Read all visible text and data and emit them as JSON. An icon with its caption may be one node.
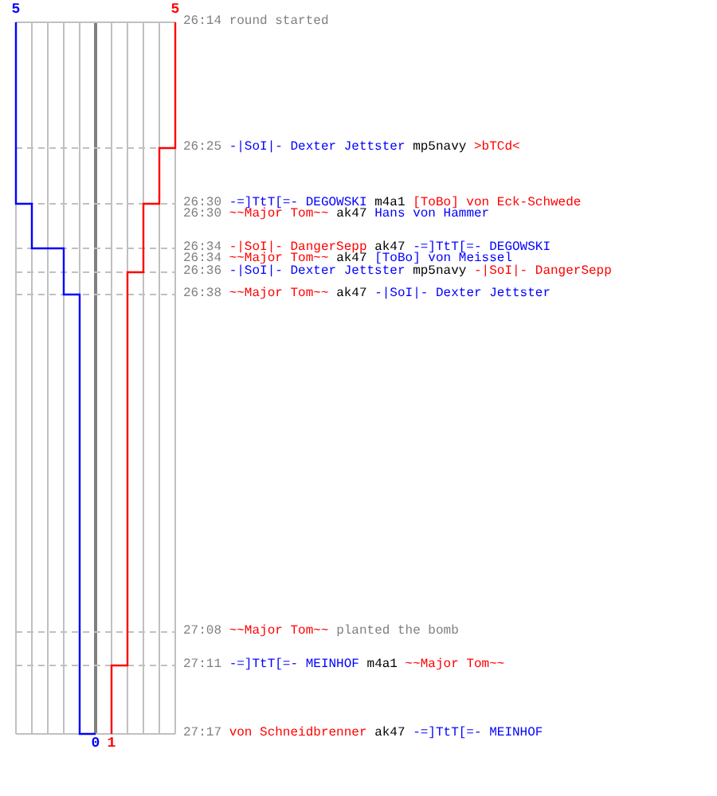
{
  "diagram": {
    "labels": [
      "5",
      "5",
      "26:14 round started",
      "26:25 -|SoI|- Dexter Jettster mp5navy >bTCd<",
      "26:30 -=]TtT[=- DEGOWSKI m4a1 [ToBo] von Eck-Schwede",
      "26:30 ~~Major Tom~~ ak47 Hans von Hammer",
      "26:34 -|SoI|- DangerSepp ak47 -=]TtT[=- DEGOWSKI",
      "26:34 ~~Major Tom~~ ak47 [ToBo] von Meissel",
      "26:36 -|SoI|- Dexter Jettster mp5navy -|SoI|- DangerSepp",
      "26:38 ~~Major Tom~~ ak47 -|SoI|- Dexter Jettster",
      "27:08 ~~Major Tom~~ planted the bomb",
      "27:11 -=]TtT[=- MEINHOF m4a1 ~~Major Tom~~",
      "27:17 von Schneidbrenner ak47 -=]TtT[=- MEINHOF",
      "0",
      "1"
    ]
  }
}
